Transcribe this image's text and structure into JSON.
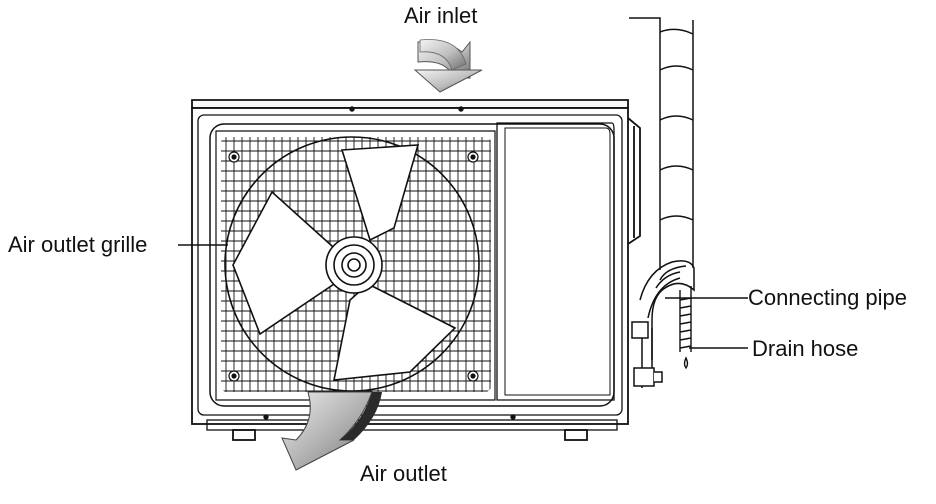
{
  "labels": {
    "air_inlet": "Air inlet",
    "air_outlet_grille": "Air outlet grille",
    "connecting_pipe": "Connecting pipe",
    "drain_hose": "Drain hose",
    "air_outlet": "Air outlet"
  },
  "colors": {
    "outline": "#111111",
    "arrow_light": "#f2f2f2",
    "arrow_dark": "#6e6e6e",
    "background": "#ffffff"
  }
}
